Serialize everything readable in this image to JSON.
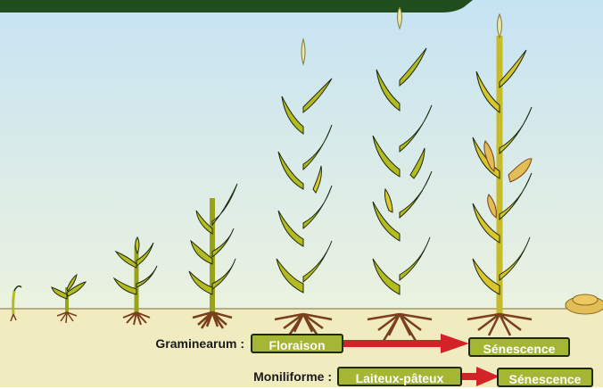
{
  "rows": [
    {
      "label": "Graminearum :",
      "from_stage": "Floraison",
      "to_stage": "Sénescence"
    },
    {
      "label": "Moniliforme :",
      "from_stage": "Laiteux-pâteux",
      "to_stage": "Sénescence"
    }
  ],
  "colors": {
    "sky_top": "#c6e3f3",
    "sky_bottom": "#ebf2df",
    "ground": "#f1ecc0",
    "plant_green": "#b4bb1f",
    "plant_yellow": "#dcca2c",
    "root_brown": "#7a3f1b",
    "label_fill": "#a5b534",
    "arrow_red": "#d42328",
    "top_banner": "#1f4d1e",
    "grain": "#e3bd55"
  },
  "icons": {
    "plants": "maize-growth-stage-icons",
    "arrows": "red-arrow-icon",
    "grain": "grain-pile-icon"
  }
}
